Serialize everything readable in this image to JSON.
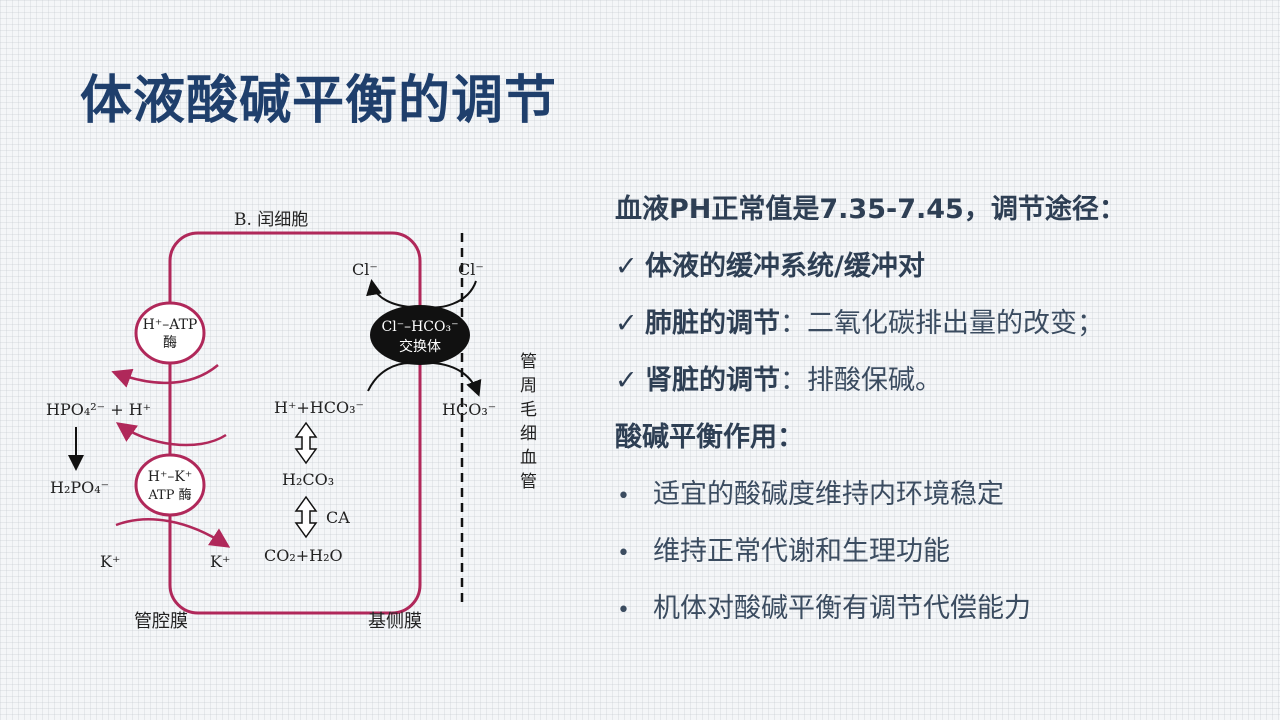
{
  "title": "体液酸碱平衡的调节",
  "figure": {
    "cell_title": "B. 闰细胞",
    "pump_h_atp": "H⁺–ATP",
    "pump_h_atp_2": "酶",
    "pump_hk_1": "H⁺–K⁺",
    "pump_hk_2": "ATP 酶",
    "hpo4": "HPO₄²⁻ + H⁺",
    "h2po4": "H₂PO₄⁻",
    "k_in": "K⁺",
    "k_out": "K⁺",
    "h_hco3": "H⁺+HCO₃⁻",
    "h2co3": "H₂CO₃",
    "ca": "CA",
    "co2_h2o": "CO₂+H₂O",
    "exchanger_1": "Cl⁻–HCO₃⁻",
    "exchanger_2": "交换体",
    "cl_inner": "Cl⁻",
    "cl_outer": "Cl⁻",
    "hco3_outer": "HCO₃⁻",
    "capillary": [
      "管",
      "周",
      "毛",
      "细",
      "血",
      "管"
    ],
    "luminal_membrane": "管腔膜",
    "basolateral_membrane": "基侧膜"
  },
  "text": {
    "heading1": "血液PH正常值是7.35-7.45，调节途径：",
    "check_mark": "✓",
    "check1_bold": "体液的缓冲系统/缓冲对",
    "check2_bold": "肺脏的调节",
    "check2_rest": "：二氧化碳排出量的改变；",
    "check3_bold": "肾脏的调节",
    "check3_rest": "：排酸保碱。",
    "heading2": "酸碱平衡作用：",
    "bullet_mark": "•",
    "bullets": [
      "适宜的酸碱度维持内环境稳定",
      "维持正常代谢和生理功能",
      "机体对酸碱平衡有调节代偿能力"
    ]
  },
  "colors": {
    "title": "#1f3f6c",
    "membrane": "#b0285a",
    "text": "#3b4c60"
  }
}
